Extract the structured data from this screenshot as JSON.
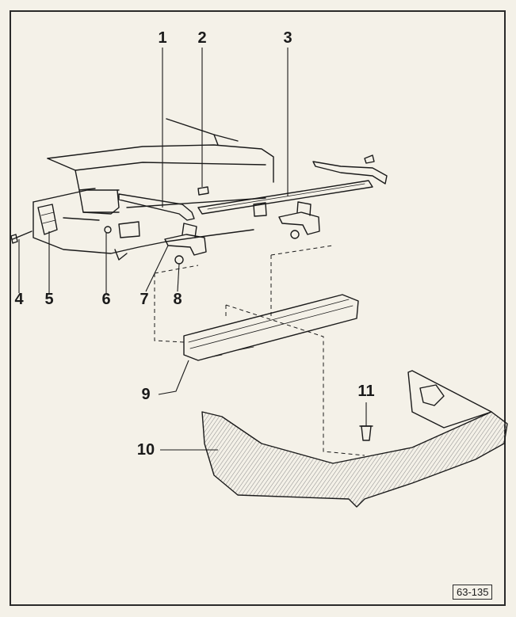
{
  "figure_code": "63-135",
  "callouts": [
    "1",
    "2",
    "3",
    "4",
    "5",
    "6",
    "7",
    "8",
    "9",
    "10",
    "11"
  ],
  "colors": {
    "background": "#f4f1e8",
    "ink": "#1a1a1a",
    "hatch": "#9a9a9a"
  }
}
